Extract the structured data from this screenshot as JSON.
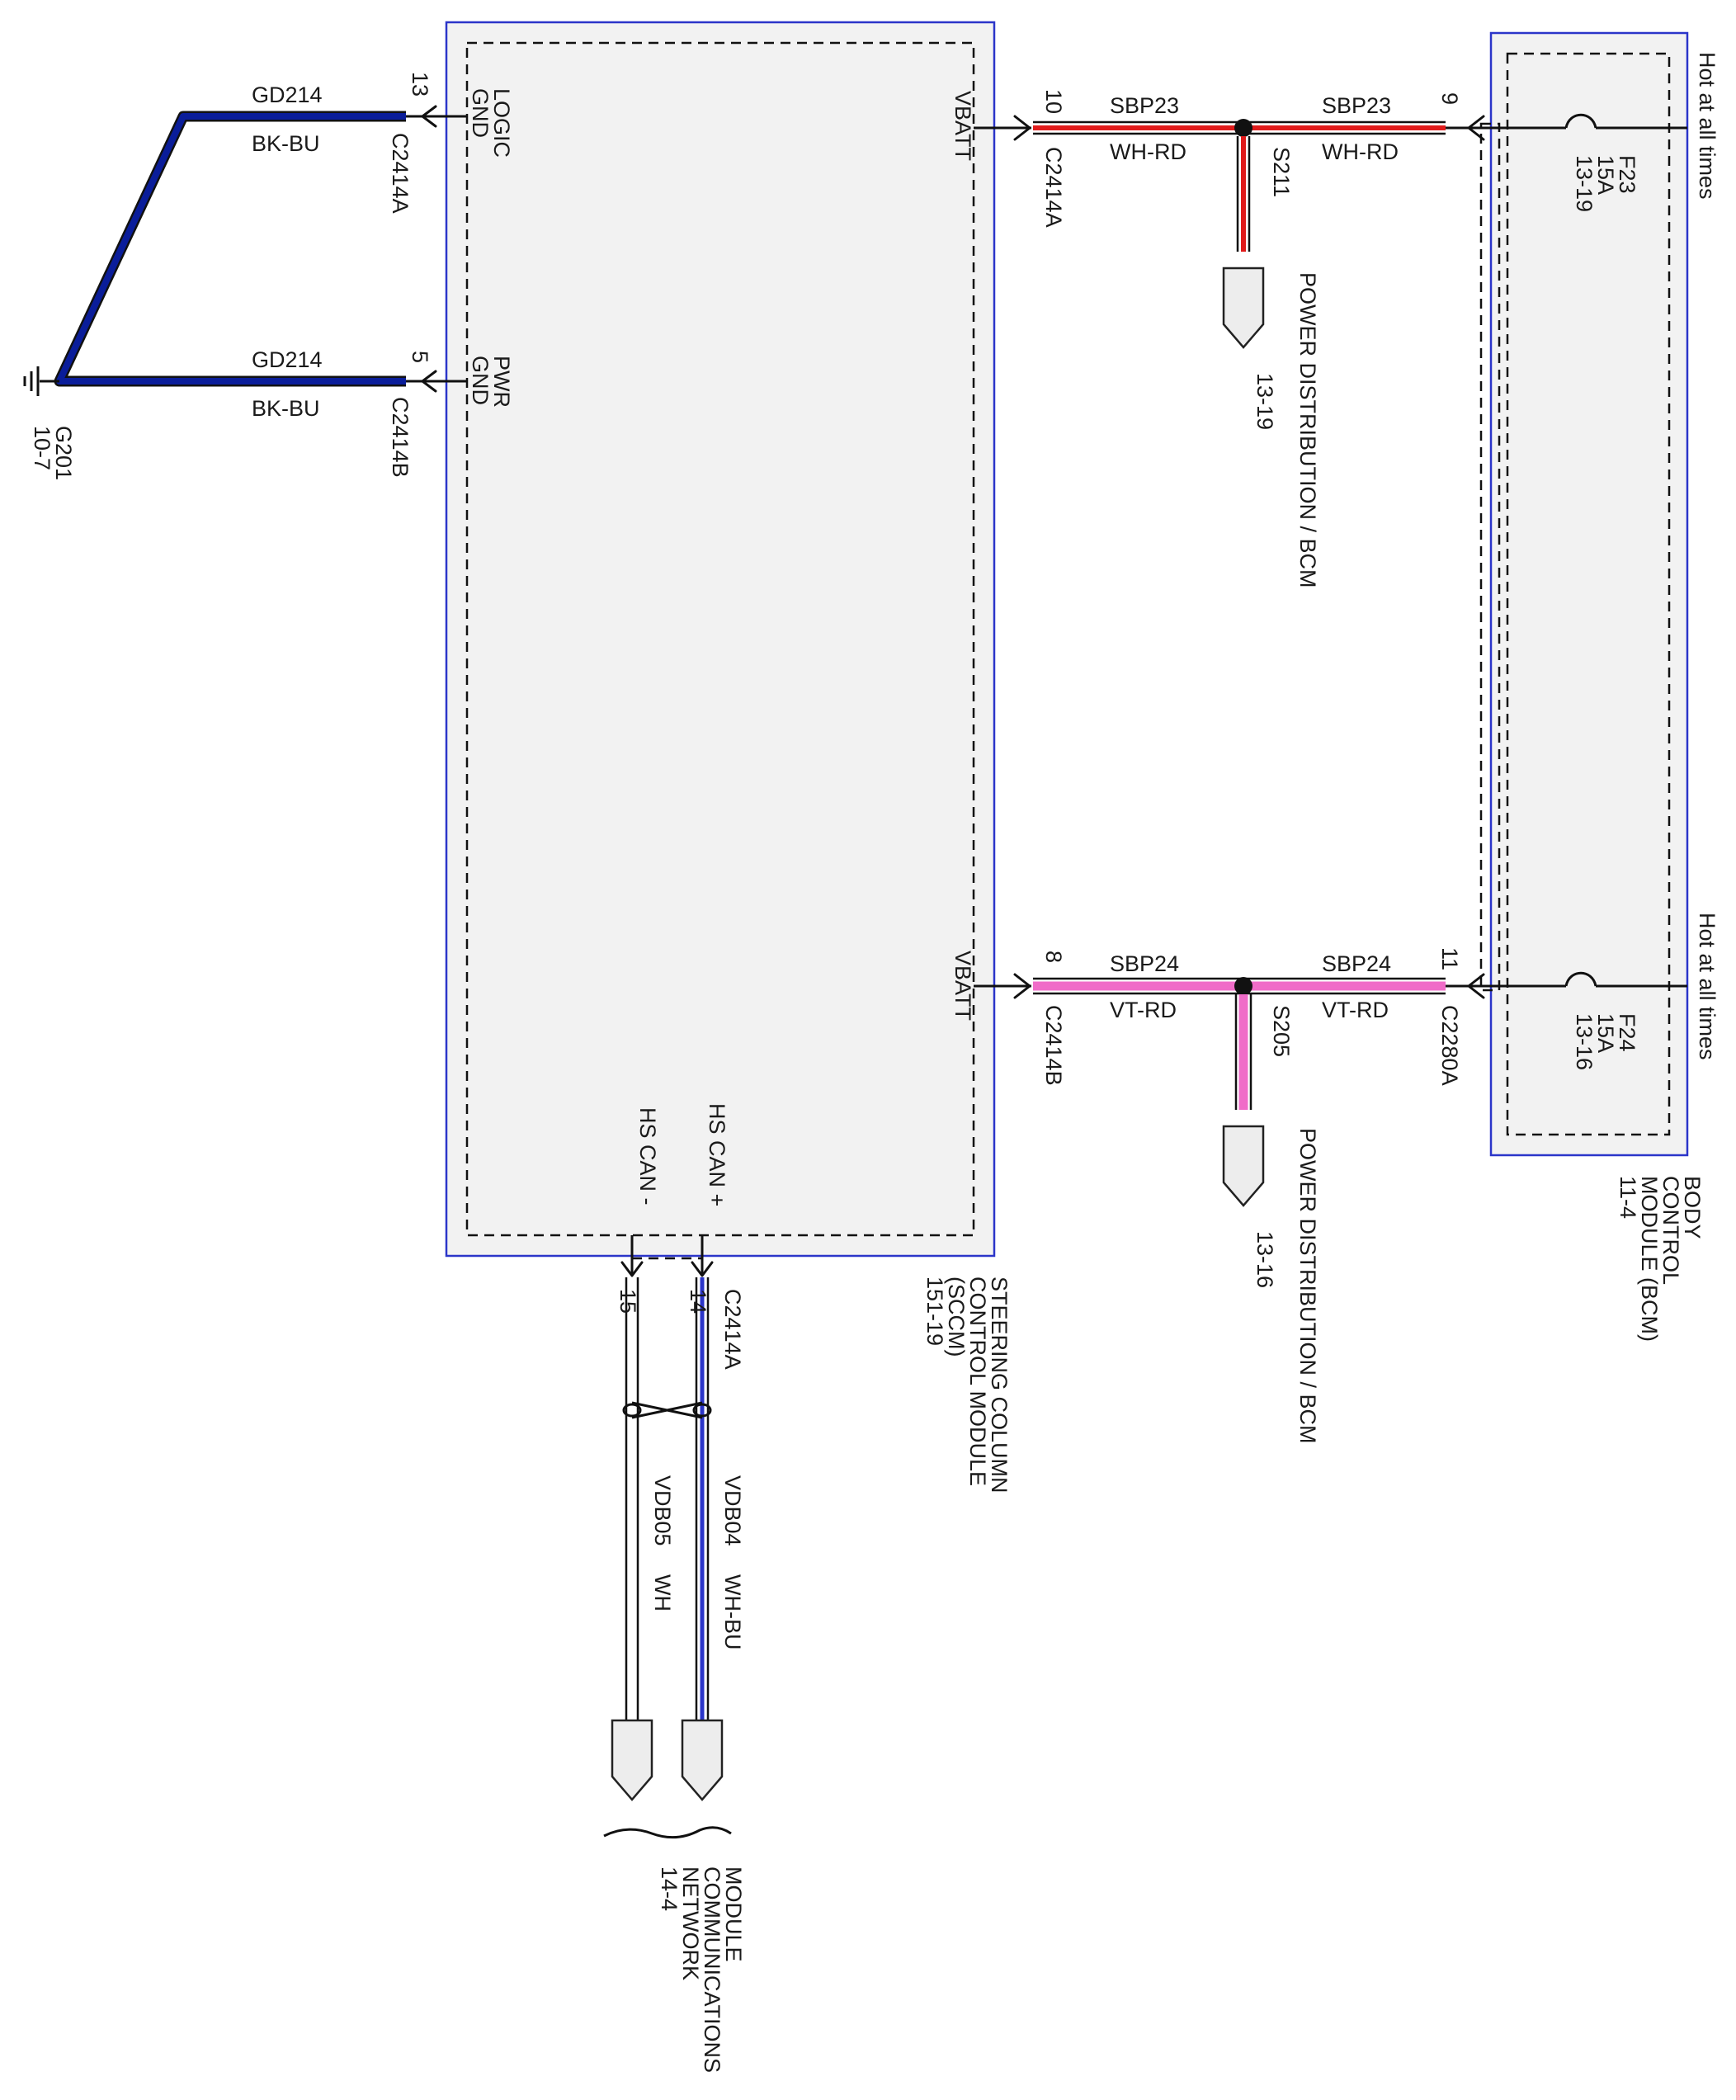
{
  "sccm": {
    "name_lines": [
      "STEERING COLUMN",
      "CONTROL MODULE",
      "(SCCM)",
      "151-19"
    ],
    "pins": {
      "logic_gnd": [
        "LOGIC",
        "GND"
      ],
      "pwr_gnd": [
        "PWR",
        "GND"
      ],
      "vbatt_1": "VBATT",
      "vbatt_2": "VBATT",
      "hs_can_plus": "HS CAN +",
      "hs_can_minus": "HS CAN -"
    }
  },
  "bcm": {
    "name_lines": [
      "BODY",
      "CONTROL",
      "MODULE (BCM)",
      "11-4"
    ],
    "fuse_1": [
      "F23",
      "15A",
      "13-19"
    ],
    "fuse_2": [
      "F24",
      "15A",
      "13-16"
    ],
    "hot_1": "Hot at all times",
    "hot_2": "Hot at all times"
  },
  "ground_circuits": [
    {
      "pin": "13",
      "connector": "C2414A",
      "circuit": "GD214",
      "color": "BK-BU"
    },
    {
      "pin": "5",
      "connector": "C2414B",
      "circuit": "GD214",
      "color": "BK-BU"
    }
  ],
  "ground": {
    "name": "G201",
    "ref": "10-7"
  },
  "power_circuits": [
    {
      "pin": "10",
      "connector": "C2414A",
      "circuit": "SBP23",
      "color": "WH-RD",
      "splice": "S211",
      "bcm_pin": "9",
      "bcm_connector": "",
      "circuit_2": "SBP23",
      "color_2": "WH-RD",
      "dest": "POWER DISTRIBUTION / BCM",
      "dest_ref": "13-19"
    },
    {
      "pin": "8",
      "connector": "C2414B",
      "circuit": "SBP24",
      "color": "VT-RD",
      "splice": "S205",
      "bcm_pin": "11",
      "bcm_connector": "C2280A",
      "circuit_2": "SBP24",
      "color_2": "VT-RD",
      "dest": "POWER DISTRIBUTION / BCM",
      "dest_ref": "13-16"
    }
  ],
  "can_circuits": {
    "connector": "C2414A",
    "plus": {
      "pin": "14",
      "circuit": "VDB04",
      "color": "WH-BU"
    },
    "minus": {
      "pin": "15",
      "circuit": "VDB05",
      "color": "WH"
    }
  },
  "network": {
    "name_lines": [
      "MODULE",
      "COMMUNICATIONS",
      "NETWORK",
      "14-4"
    ]
  },
  "colors": {
    "ground_wire": "#0a1d9a",
    "sbp23_wire": "#e01b1b",
    "sbp24_wire": "#f06cc8",
    "vdb04_wire": "#2b35c9",
    "module_border": "#2b35c9"
  }
}
